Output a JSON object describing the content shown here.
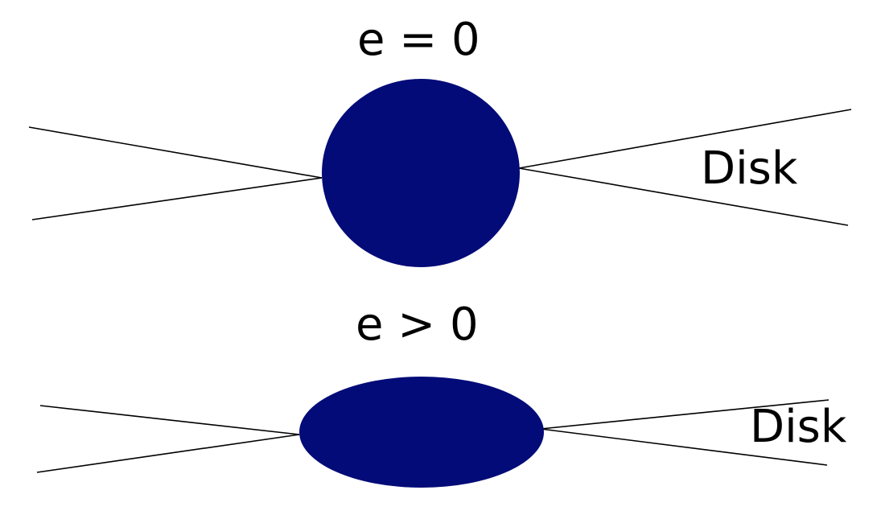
{
  "colors": {
    "body_fill": "#020b77",
    "line": "#000000",
    "text": "#000000"
  },
  "panels": [
    {
      "title": "e = 0",
      "disk_label": "Disk",
      "shape": "circle"
    },
    {
      "title": "e > 0",
      "disk_label": "Disk",
      "shape": "ellipse"
    }
  ]
}
